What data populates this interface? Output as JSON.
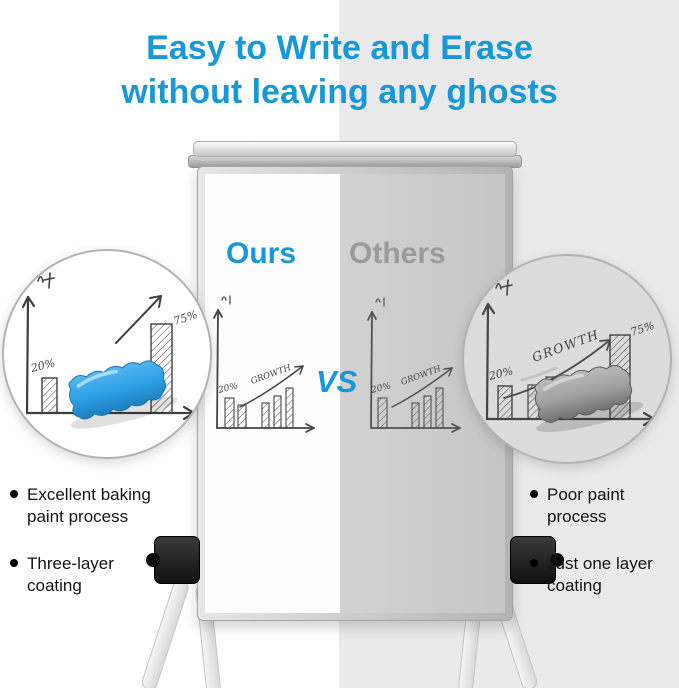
{
  "title": {
    "line1": "Easy to Write and Erase",
    "line2": "without leaving any ghosts"
  },
  "comparison": {
    "ours": "Ours",
    "others": "Others",
    "vs": "VS"
  },
  "sketch": {
    "growth": "GROWTH",
    "small_pct": "20%",
    "big_pct": "75%"
  },
  "features": {
    "ours": [
      "Excellent baking paint process",
      "Three-layer coating"
    ],
    "others": [
      "Poor paint process",
      "Just one layer coating"
    ]
  },
  "colors": {
    "accent_blue": "#1898d8",
    "others_gray": "#9b9b9b",
    "eraser_ours": "#2b9fe4",
    "eraser_others": "#9e9e9e"
  }
}
